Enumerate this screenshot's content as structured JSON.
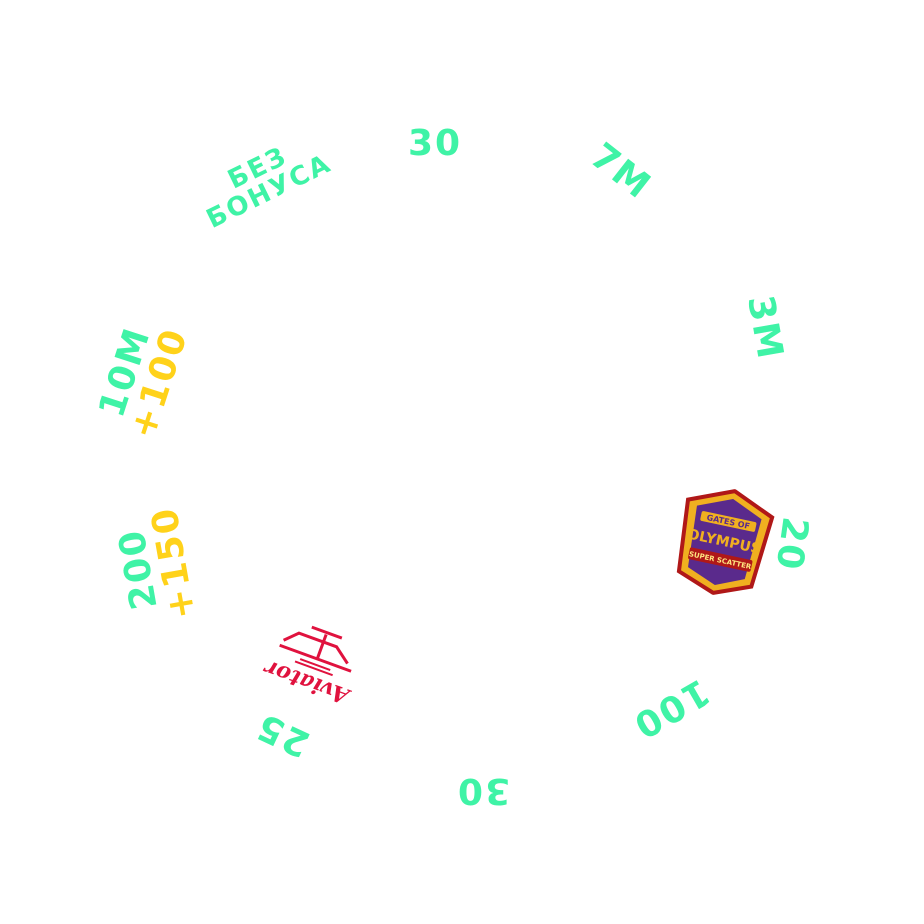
{
  "colors": {
    "green": "#3ff3a6",
    "gold": "#ffd21a",
    "aviator_red": "#e0123e",
    "olympus_purple": "#5a2a8c",
    "olympus_gold": "#f0b020",
    "olympus_red": "#b01818"
  },
  "wheel": {
    "segments": [
      {
        "id": "top30",
        "lines": [
          "30"
        ]
      },
      {
        "id": "7m",
        "lines": [
          "7M"
        ]
      },
      {
        "id": "3m",
        "lines": [
          "3M"
        ]
      },
      {
        "id": "20",
        "lines": [
          "20"
        ],
        "logo": "gates-of-olympus-super-scatter-logo"
      },
      {
        "id": "100",
        "lines": [
          "100"
        ]
      },
      {
        "id": "bot30",
        "lines": [
          "30"
        ]
      },
      {
        "id": "25",
        "lines": [
          "25"
        ],
        "logo": "aviator-logo"
      },
      {
        "id": "200",
        "lines": [
          "200"
        ],
        "bonus": "+150"
      },
      {
        "id": "10m",
        "lines": [
          "10M"
        ],
        "bonus": "+100"
      },
      {
        "id": "nobonus",
        "lines": [
          "БЕЗ",
          "БОНУСА"
        ]
      }
    ],
    "logos": {
      "olympus": {
        "text1": "GATES OF",
        "text2": "OLYMPUS",
        "text3": "SUPER SCATTER"
      },
      "aviator": {
        "text": "Aviator"
      }
    }
  }
}
